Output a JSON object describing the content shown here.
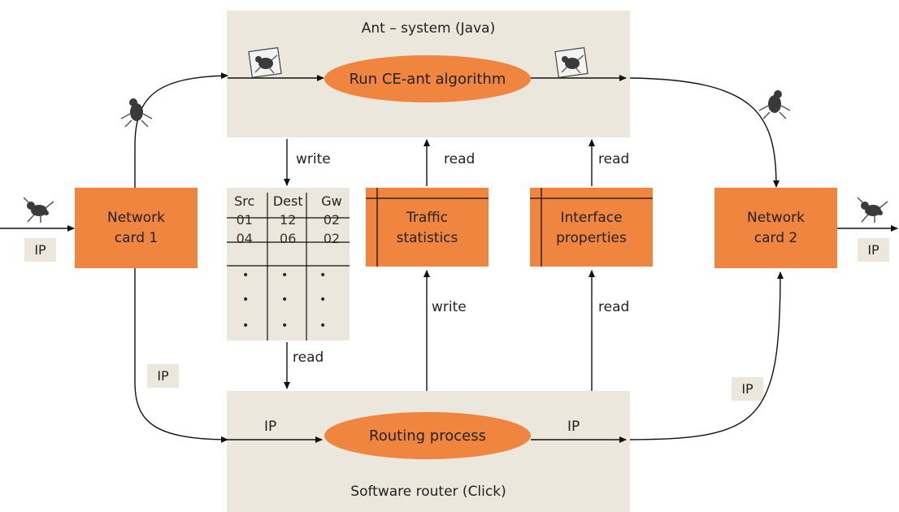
{
  "ant_system": {
    "title": "Ant – system (Java)",
    "algorithm": "Run CE-ant algorithm"
  },
  "router": {
    "title": "Software router (Click)",
    "process": "Routing process"
  },
  "network_card_1": {
    "line1": "Network",
    "line2": "card 1"
  },
  "network_card_2": {
    "line1": "Network",
    "line2": "card 2"
  },
  "traffic_stats": {
    "line1": "Traffic",
    "line2": "statistics"
  },
  "interface_props": {
    "line1": "Interface",
    "line2": "properties"
  },
  "routing_table": {
    "headers": [
      "Src",
      "Dest",
      "Gw"
    ],
    "rows": [
      [
        "01",
        "12",
        "02"
      ],
      [
        "04",
        "06",
        "02"
      ]
    ],
    "ellipsis": "•"
  },
  "labels": {
    "write_table": "write",
    "read_table": "read",
    "read_traffic": "read",
    "write_traffic": "write",
    "read_iface_top": "read",
    "read_iface_bottom": "read",
    "ip": "IP"
  }
}
